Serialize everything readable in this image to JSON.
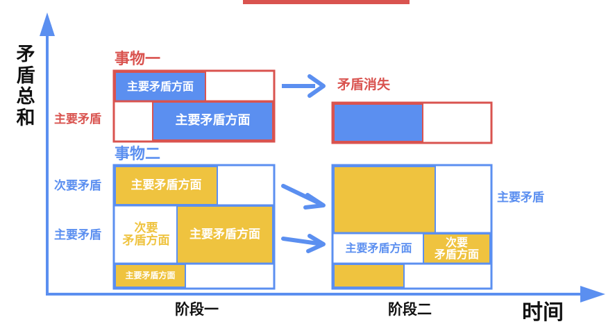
{
  "axes": {
    "y_label": "矛盾总和",
    "x_label": "时间",
    "stage1": "阶段一",
    "stage2": "阶段二"
  },
  "thing1": {
    "title": "事物一",
    "row_label": "主要矛盾",
    "cell_top": "主要矛盾方面",
    "cell_bottom": "主要矛盾方面",
    "result": "矛盾消失"
  },
  "thing2": {
    "title": "事物二",
    "row1_label": "次要矛盾",
    "row2_label": "主要矛盾",
    "cell_r1": "主要矛盾方面",
    "cell_r2_left_line1": "次要",
    "cell_r2_left_line2": "矛盾方面",
    "cell_r2_right": "主要矛盾方面",
    "cell_r3": "主要矛盾方面",
    "stage2_right_label": "主要矛盾",
    "stage2_mid_left": "主要矛盾方面",
    "stage2_mid_right_line1": "次要",
    "stage2_mid_right_line2": "矛盾方面"
  },
  "colors": {
    "red": "#d9534f",
    "blue": "#5b8ff0",
    "yellow": "#efc33f",
    "dark": "#111111"
  }
}
